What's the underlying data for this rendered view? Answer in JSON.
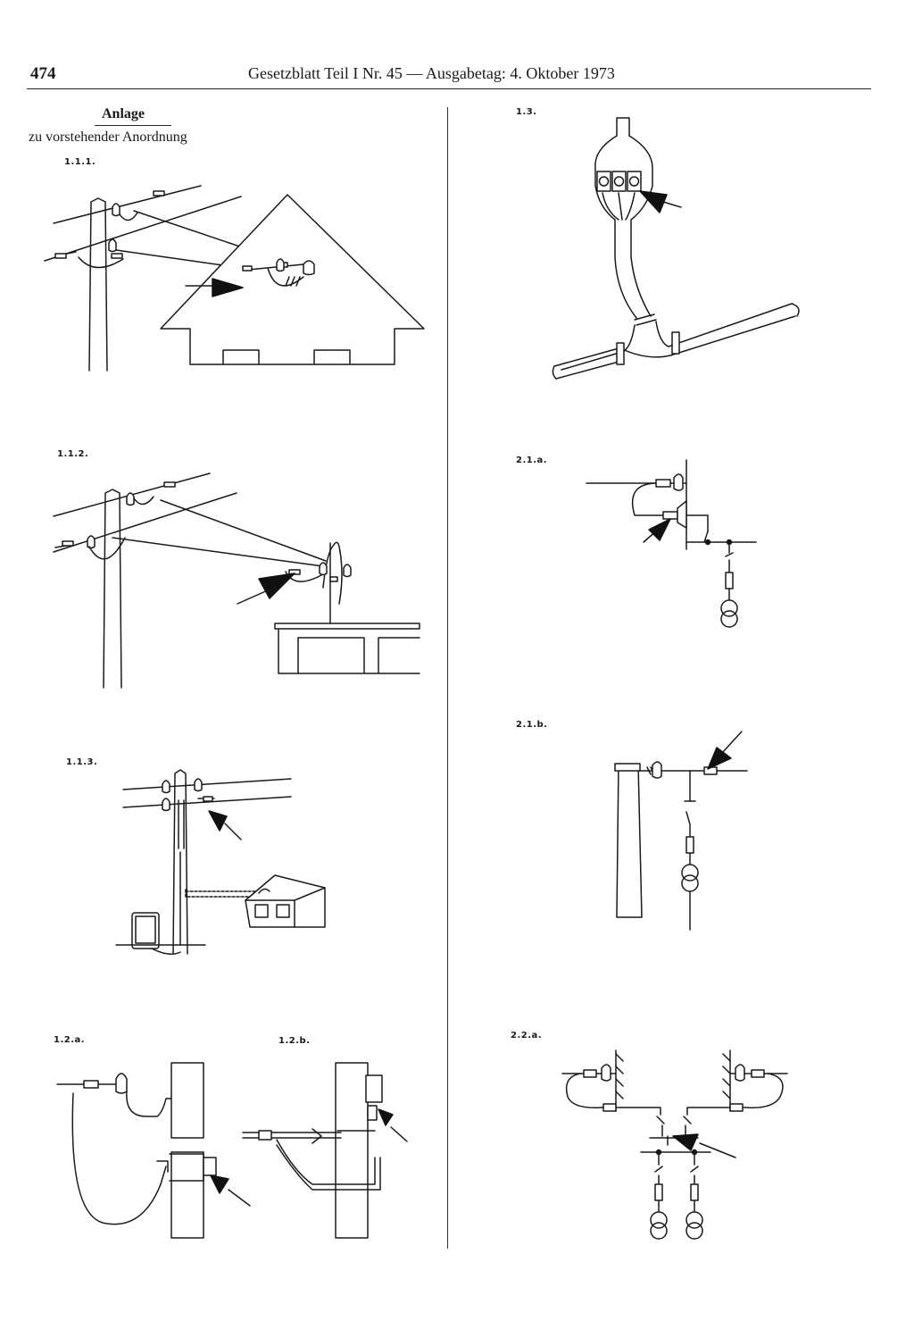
{
  "header": {
    "page_number": "474",
    "title": "Gesetzblatt Teil I Nr. 45 — Ausgabetag: 4. Oktober 1973"
  },
  "anlage": {
    "title": "Anlage",
    "subtitle": "zu vorstehender Anordnung"
  },
  "figures": {
    "f111": "1.1.1.",
    "f112": "1.1.2.",
    "f113": "1.1.3.",
    "f12a": "1.2.a.",
    "f12b": "1.2.b.",
    "f13": "1.3.",
    "f21a": "2.1.a.",
    "f21b": "2.1.b.",
    "f22a": "2.2.a."
  },
  "icons": {
    "arrow": "pointer-arrow-icon",
    "insulator": "insulator-icon",
    "transformer": "transformer-icon"
  }
}
